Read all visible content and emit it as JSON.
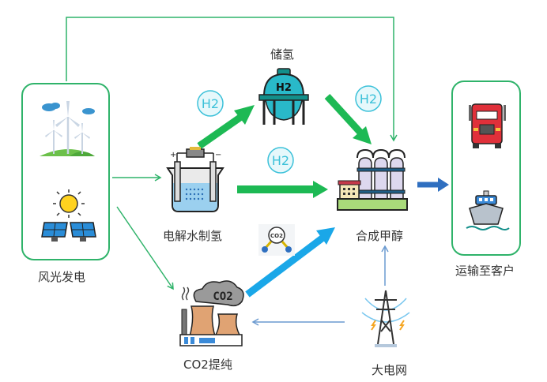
{
  "title": "绿电制甲醇流程",
  "nodes": {
    "renewable": {
      "label": "风光发电",
      "icons": [
        "wind-turbine-icon",
        "solar-panel-icon"
      ]
    },
    "electrolysis": {
      "label": "电解水制氢",
      "icon": "electrolyzer-icon"
    },
    "storage": {
      "label": "储氢",
      "icon": "hydrogen-tank-icon",
      "tank_text": "H2"
    },
    "methanol": {
      "label": "合成甲醇",
      "icon": "chemical-plant-icon"
    },
    "transport": {
      "label": "运输至客户",
      "icons": [
        "truck-icon",
        "ship-icon"
      ]
    },
    "co2": {
      "label": "CO2提纯",
      "icon": "co2-factory-icon",
      "cloud_text": "CO2"
    },
    "grid": {
      "label": "大电网",
      "icon": "power-tower-icon"
    }
  },
  "badges": {
    "h2_up": "H2",
    "h2_down": "H2",
    "h2_mid": "H2",
    "co2_molecule": "CO2"
  },
  "colors": {
    "green_line": "#2fb36a",
    "green_arrow": "#1db954",
    "blue_arrow": "#1aa7e8",
    "dark_blue_arrow": "#2f6fc0",
    "thin_blue": "#6b9ad0",
    "badge": "#3cc1d9"
  }
}
